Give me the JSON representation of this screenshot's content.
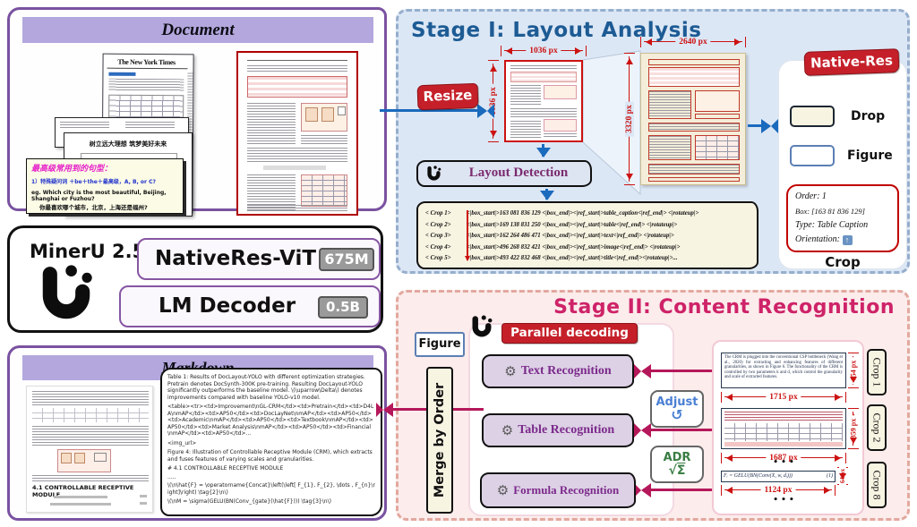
{
  "colors": {
    "accent_red": "#c5202a",
    "purple_border": "#7a52a0",
    "stage1_title_blue": "#1d5b94",
    "stage2_title_pink": "#ce2368",
    "arrow_blue": "#1a6abd",
    "arrow_crimson": "#b5185a",
    "module_purple": "#ddd1e5",
    "beige": "#f8f4e2"
  },
  "icons": {
    "gear": "⚙",
    "up_arrow": "↑",
    "rotate": "↺",
    "sqrt": "√",
    "sigma": "Σ"
  },
  "document_panel": {
    "title": "Document",
    "nyt_masthead": "The New York Times",
    "slogan_page_text": "树立远大理想  筑梦美好未来",
    "grammar_box": {
      "heading": "最高级常用到的句型：",
      "line1": "1）特殊疑问词 ＋be＋the＋最高级，A, B, or C?",
      "line2": "eg. Which city is the most beautiful, Beijing, Shanghai or Fuzhou?",
      "line3": "你最喜欢哪个城市，北京，上海还是福州?"
    }
  },
  "model_card": {
    "name": "MinerU 2.5",
    "encoder_label": "NativeRes-ViT",
    "encoder_params": "675M",
    "decoder_label": "LM Decoder",
    "decoder_params": "0.5B"
  },
  "markdown_panel": {
    "title": "Markdown",
    "page_heading": "4.1 CONTROLLABLE RECEPTIVE MODULE",
    "bubble": [
      "Table 1: Results of DocLayout-YOLO with different optimization strategies. Pretrain denotes DocSynth-300K pre-training. Resulting DocLayout-YOLO significantly outperforms the baseline model. \\(\\uparrow\\Delta\\) denotes improvements compared with baseline YOLO-v10 model.",
      "<table><tr><td>Improvement\\nGL-CRM</td><td>Pretrain</td><td>D4LA\\nmAP</td><td>AP50</td><td>DocLayNet\\nmAP</td><td>AP50</td><td>Academic\\nmAP</td><td>AP50</td><td>Textbook\\nmAP</td><td>AP50</td><td>Market Analysis\\nmAP</td><td>AP50</td><td>Financial\\nmAP</td><td>AP50</td>...",
      "<img_url>",
      "Figure 4: Illustration of Controllable Receptive Module (CRM), which extracts and fuses features of varying scales and granularities.",
      "# 4.1 CONTROLLABLE RECEPTIVE MODULE",
      ".....",
      "\\(\\n\\hat{F} = \\operatorname{Concat}\\left(\\left[ F_{1}, F_{2}, \\dots , F_{n}\\right]\\right) \\tag{2}\\n\\)",
      "\\(\\nM = \\sigma(GELU(BN(Conv_{gate}(\\hat{F}))) \\tag{3}\\n\\)"
    ]
  },
  "stage1": {
    "title": "Stage I: Layout Analysis",
    "resize_label": "Resize",
    "layout_detection_label": "Layout Detection",
    "dims": {
      "resized_w": "1036 px",
      "resized_h": "1036 px",
      "native_w": "2640 px",
      "native_h": "3320 px"
    },
    "crops": [
      {
        "label": "< Crop 1>",
        "tokens": "<|box_start|>163 081 836 129 <|box_end|><|ref_start|>table_caption<|ref_end|> <|rotateup|>"
      },
      {
        "label": "< Crop 2>",
        "tokens": "<|box_start|>169 138 831 250 <|box_end|><|ref_start|>table<|ref_end|> <|rotateup|>"
      },
      {
        "label": "< Crop 3>",
        "tokens": "<|box_start|>162 264 486 471 <|box_end|><|ref_start|>text<|ref_end|> <|rotateup|>"
      },
      {
        "label": "< Crop 4>",
        "tokens": "<|box_start|>496 268 832 421 <|box_end|><|ref_start|>image<|ref_end|> <|rotateup|>"
      },
      {
        "label": "< Crop 5>",
        "tokens": "<|box_start|>493 422 832 468 <|box_end|><|ref_start|>title<|ref_end|><|rotateup|>..."
      }
    ],
    "native_res_label": "Native-Res",
    "legend": {
      "drop": "Drop",
      "figure": "Figure"
    },
    "crop_info": {
      "order": "Order: 1",
      "box": "Box:  [163 81 836 129]",
      "type": "Type: Table Caption",
      "orientation": "Orientation:",
      "caption": "Crop"
    }
  },
  "stage2": {
    "title": "Stage II: Content Recognition",
    "figure_label": "Figure",
    "merge_label": "Merge by Order",
    "parallel_label": "Parallel decoding",
    "modules": [
      "Text Recognition",
      "Table Recognition",
      "Formula Recognition"
    ],
    "adjust_label": "Adjust",
    "adr_label": "ADR",
    "ellipsis": "• • •",
    "crop1": {
      "text": "The CRM is plugged into the conventional CSP bottleneck (Wang et al., 2020) for extracting and enhancing features of different granularities, as shown in Figure 6. The functionality of the CRM is controlled by two parameters k and d, which control the granularity and scale of extracted features.",
      "width": "1715 px",
      "height": "154 px",
      "label": "Crop 1"
    },
    "crop2": {
      "width": "1687 px",
      "height": "359 px",
      "label": "Crop 2"
    },
    "crop8": {
      "formula": "Fᵢ = GELU(BN(Conv(X, w, dᵢ)))",
      "eq_no": "(1)",
      "width": "1124 px",
      "height": "64 px",
      "label": "Crop 8"
    }
  }
}
